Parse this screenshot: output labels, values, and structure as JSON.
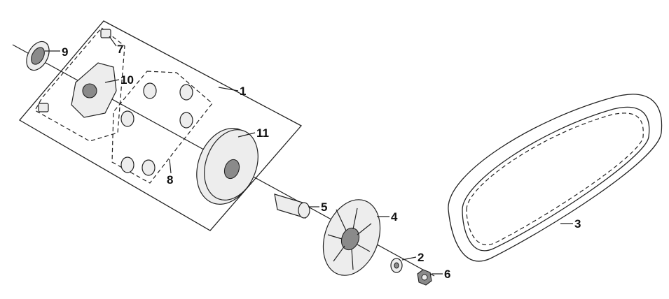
{
  "callouts": {
    "c1": "1",
    "c2": "2",
    "c3": "3",
    "c4": "4",
    "c5": "5",
    "c6": "6",
    "c7": "7",
    "c8": "8",
    "c9": "9",
    "c10": "10",
    "c11": "11"
  },
  "colors": {
    "line": "#222222",
    "part_fill": "#ededed",
    "dark_fill": "#8a8a8a",
    "background": "#ffffff"
  }
}
